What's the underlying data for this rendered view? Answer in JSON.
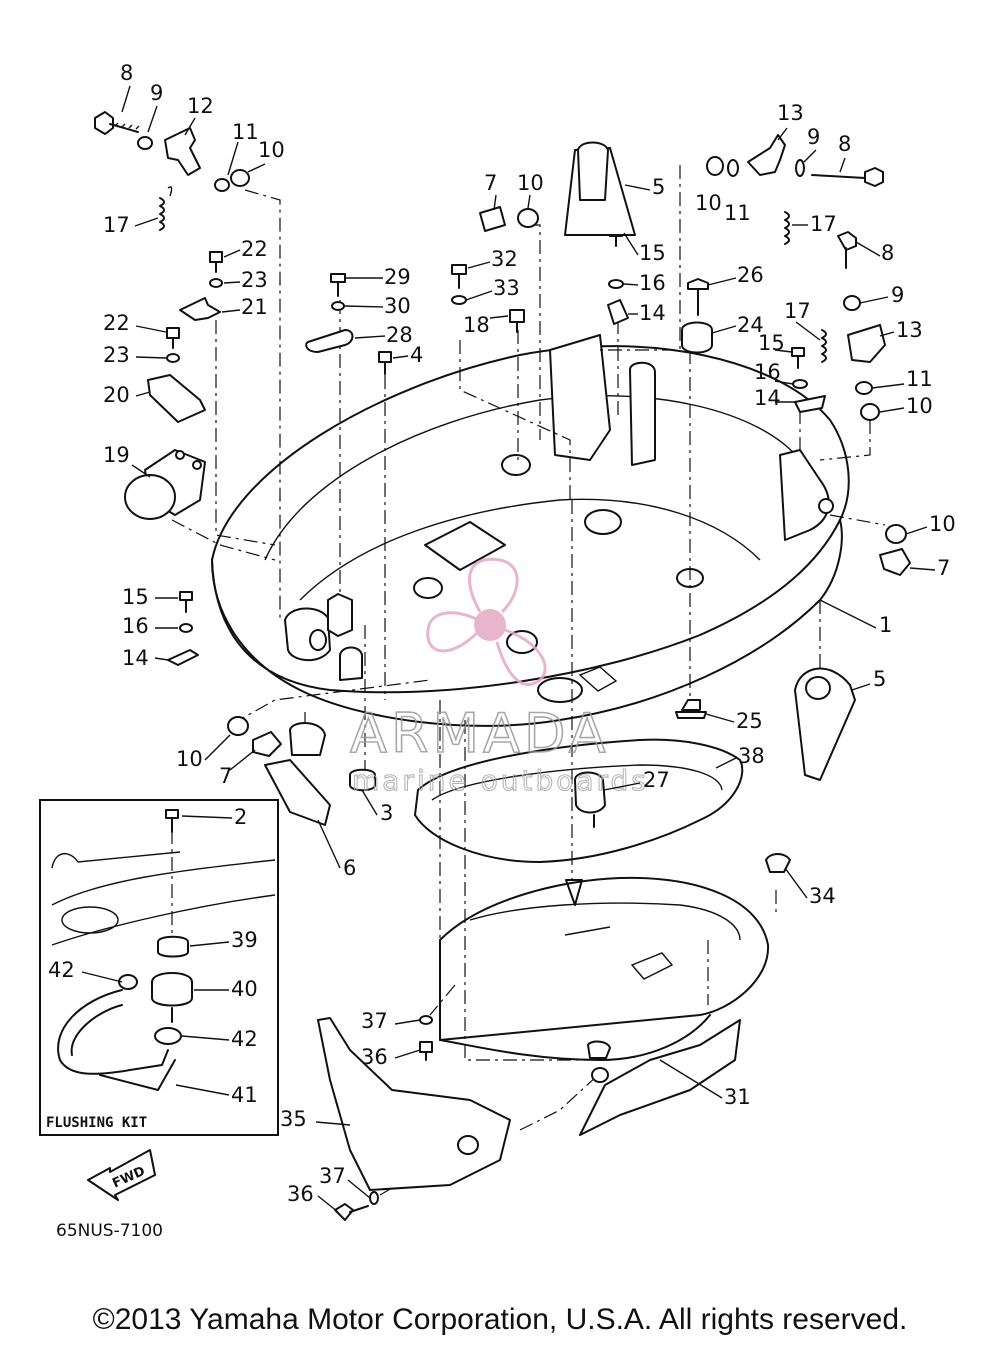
{
  "diagram": {
    "drawing_code": "65NUS-7100",
    "inset_title": "FLUSHING KIT",
    "fwd_arrow": "FWD",
    "labels": [
      "1",
      "2",
      "3",
      "4",
      "5",
      "5",
      "6",
      "7",
      "7",
      "7",
      "8",
      "8",
      "8",
      "9",
      "9",
      "9",
      "10",
      "10",
      "10",
      "10",
      "10",
      "10",
      "11",
      "11",
      "11",
      "12",
      "13",
      "13",
      "14",
      "14",
      "14",
      "15",
      "15",
      "15",
      "16",
      "16",
      "16",
      "17",
      "17",
      "17",
      "18",
      "19",
      "20",
      "21",
      "22",
      "22",
      "23",
      "23",
      "24",
      "25",
      "26",
      "27",
      "28",
      "29",
      "30",
      "31",
      "32",
      "33",
      "34",
      "35",
      "36",
      "36",
      "37",
      "37",
      "38",
      "39",
      "40",
      "41",
      "42",
      "42"
    ]
  },
  "watermark": {
    "title": "ARMADA",
    "subtitle": "marine outboards",
    "colors": {
      "propeller": "#e6a9c4",
      "text": "#9a9a9a"
    }
  },
  "footer": {
    "copyright": "©2013 Yamaha Motor Corporation, U.S.A. All rights reserved."
  }
}
